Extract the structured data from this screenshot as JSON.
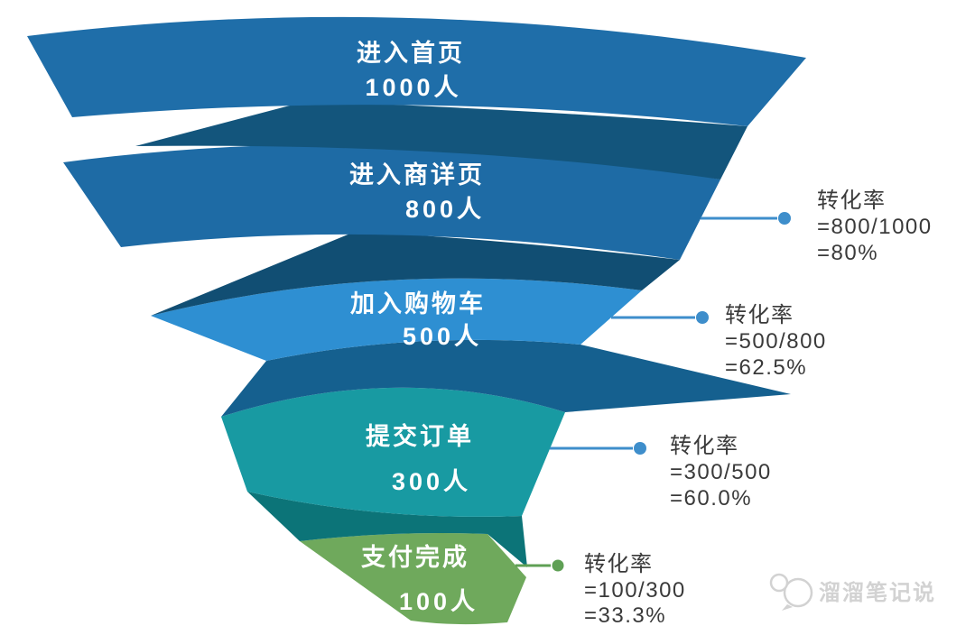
{
  "chart_data": {
    "type": "funnel",
    "title": "",
    "xlabel": "",
    "ylabel": "",
    "grid": false,
    "legend_position": "none",
    "stages": [
      {
        "label": "进入首页",
        "value": 1000,
        "count_label": "1000人",
        "conversion": null
      },
      {
        "label": "进入商详页",
        "value": 800,
        "count_label": "800人",
        "conversion": {
          "title": "转化率",
          "formula": "=800/1000",
          "percent": "=80%"
        }
      },
      {
        "label": "加入购物车",
        "value": 500,
        "count_label": "500人",
        "conversion": {
          "title": "转化率",
          "formula": "=500/800",
          "percent": "=62.5%"
        }
      },
      {
        "label": "提交订单",
        "value": 300,
        "count_label": "300人",
        "conversion": {
          "title": "转化率",
          "formula": "=300/500",
          "percent": "=60.0%"
        }
      },
      {
        "label": "支付完成",
        "value": 100,
        "count_label": "100人",
        "conversion": {
          "title": "转化率",
          "formula": "=100/300",
          "percent": "=33.3%"
        }
      }
    ]
  },
  "colors": {
    "band": [
      "#1F6EA9",
      "#1E6BA5",
      "#2E8FD2",
      "#189AA2",
      "#6FA95C"
    ],
    "fold": [
      "#13557C",
      "#114E73",
      "#15608F",
      "#0C7478"
    ],
    "leader_blue": "#3E8ECB",
    "leader_green": "#5FA055",
    "annotation_text": "#3A3A3A",
    "band_text": "#FFFFFF",
    "watermark": "#D2D2D2",
    "background": "#FFFFFF"
  },
  "watermark": {
    "text": "溜溜笔记说"
  }
}
